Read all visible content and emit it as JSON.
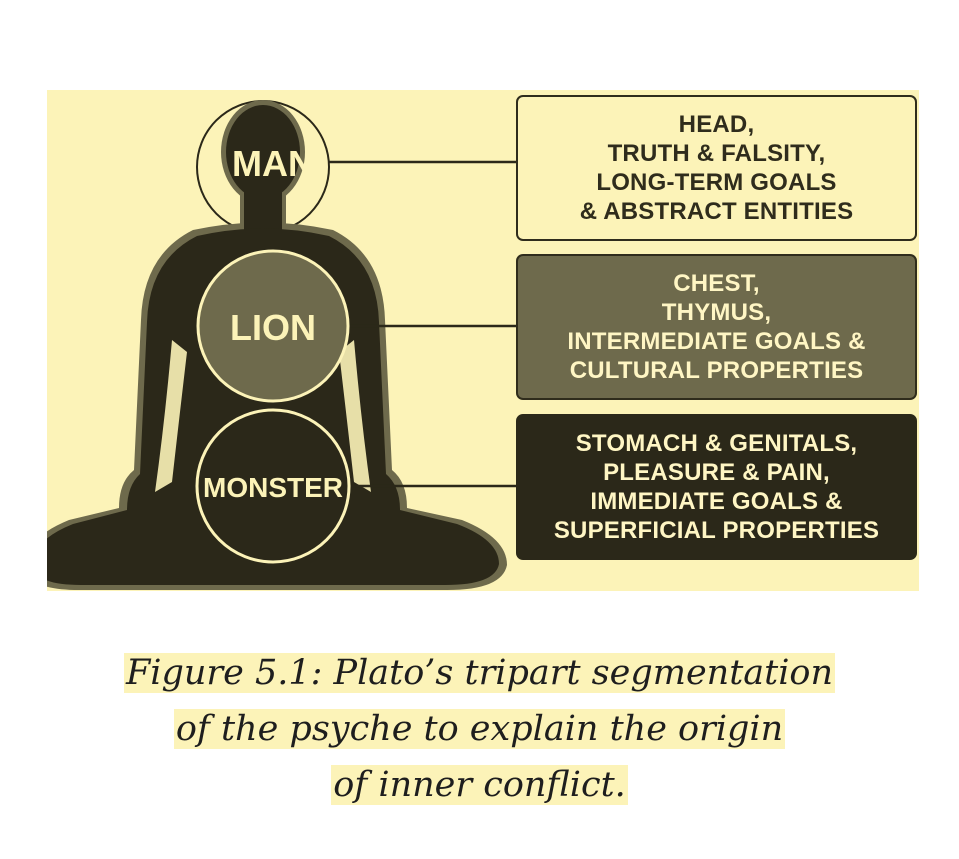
{
  "diagram": {
    "parts": [
      {
        "circle_label": "MAN",
        "box_lines": [
          "HEAD,",
          "TRUTH & FALSITY,",
          "LONG-TERM GOALS",
          "& ABSTRACT ENTITIES"
        ]
      },
      {
        "circle_label": "LION",
        "box_lines": [
          "CHEST,",
          "THYMUS,",
          "INTERMEDIATE GOALS &",
          "CULTURAL PROPERTIES"
        ]
      },
      {
        "circle_label": "MONSTER",
        "box_lines": [
          "STOMACH & GENITALS,",
          "PLEASURE & PAIN,",
          "IMMEDIATE GOALS &",
          "SUPERFICIAL PROPERTIES"
        ]
      }
    ],
    "colors": {
      "background": "#fcf3b8",
      "silhouette": "#2b2819",
      "silhouette_outline": "#6e6a4c",
      "lion_fill": "#6e6a4c",
      "box_light": "#fcf3b8",
      "box_mid": "#6e6a4c",
      "box_dark": "#2b2819",
      "light_text": "#fff6c4",
      "dark_text": "#2f2c1c"
    }
  },
  "caption": {
    "lines": [
      "Figure 5.1: Plato’s tripart segmentation",
      "of the psyche to explain the origin",
      "of inner conflict."
    ]
  }
}
